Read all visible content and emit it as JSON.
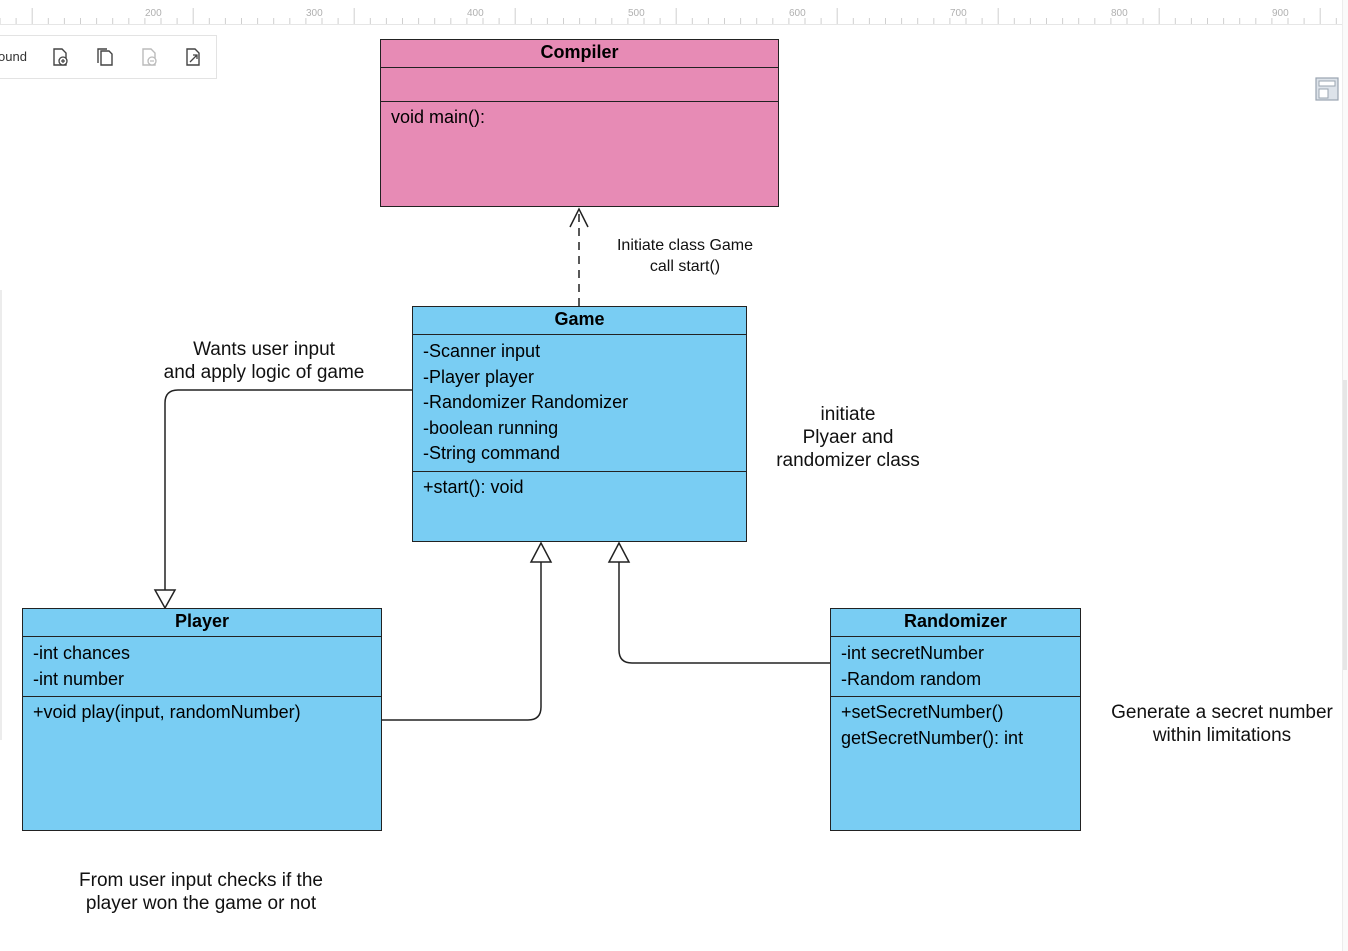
{
  "ruler": {
    "labels": [
      "200",
      "300",
      "400",
      "500",
      "600",
      "700",
      "800",
      "900"
    ]
  },
  "toolbar": {
    "label": "ound",
    "icons": [
      "page-add-icon",
      "page-copy-icon",
      "page-remove-icon",
      "page-resize-icon"
    ]
  },
  "classes": {
    "compiler": {
      "name": "Compiler",
      "attributes": [],
      "methods": [
        "void main():"
      ]
    },
    "game": {
      "name": "Game",
      "attributes": [
        "-Scanner input",
        "-Player player",
        "-Randomizer Randomizer",
        "-boolean running",
        "-String command"
      ],
      "methods": [
        "+start(): void"
      ]
    },
    "player": {
      "name": "Player",
      "attributes": [
        "-int chances",
        "-int number"
      ],
      "methods": [
        "+void play(input, randomNumber)"
      ]
    },
    "randomizer": {
      "name": "Randomizer",
      "attributes": [
        "-int secretNumber",
        "-Random random"
      ],
      "methods": [
        "+setSecretNumber()",
        "getSecretNumber(): int"
      ]
    }
  },
  "notes": {
    "initiate_game": [
      "Initiate class Game",
      "call start()"
    ],
    "user_input": [
      "Wants user input",
      "and apply logic of game"
    ],
    "initiate_classes": [
      "initiate",
      "Plyaer and",
      "randomizer class"
    ],
    "secret_number": [
      "Generate a secret number",
      "within limitations"
    ],
    "player_check": [
      "From user input checks if the",
      "player won the game or not"
    ]
  },
  "colors": {
    "compiler": "#e78bb5",
    "class": "#79cdf3",
    "line": "#222222"
  }
}
